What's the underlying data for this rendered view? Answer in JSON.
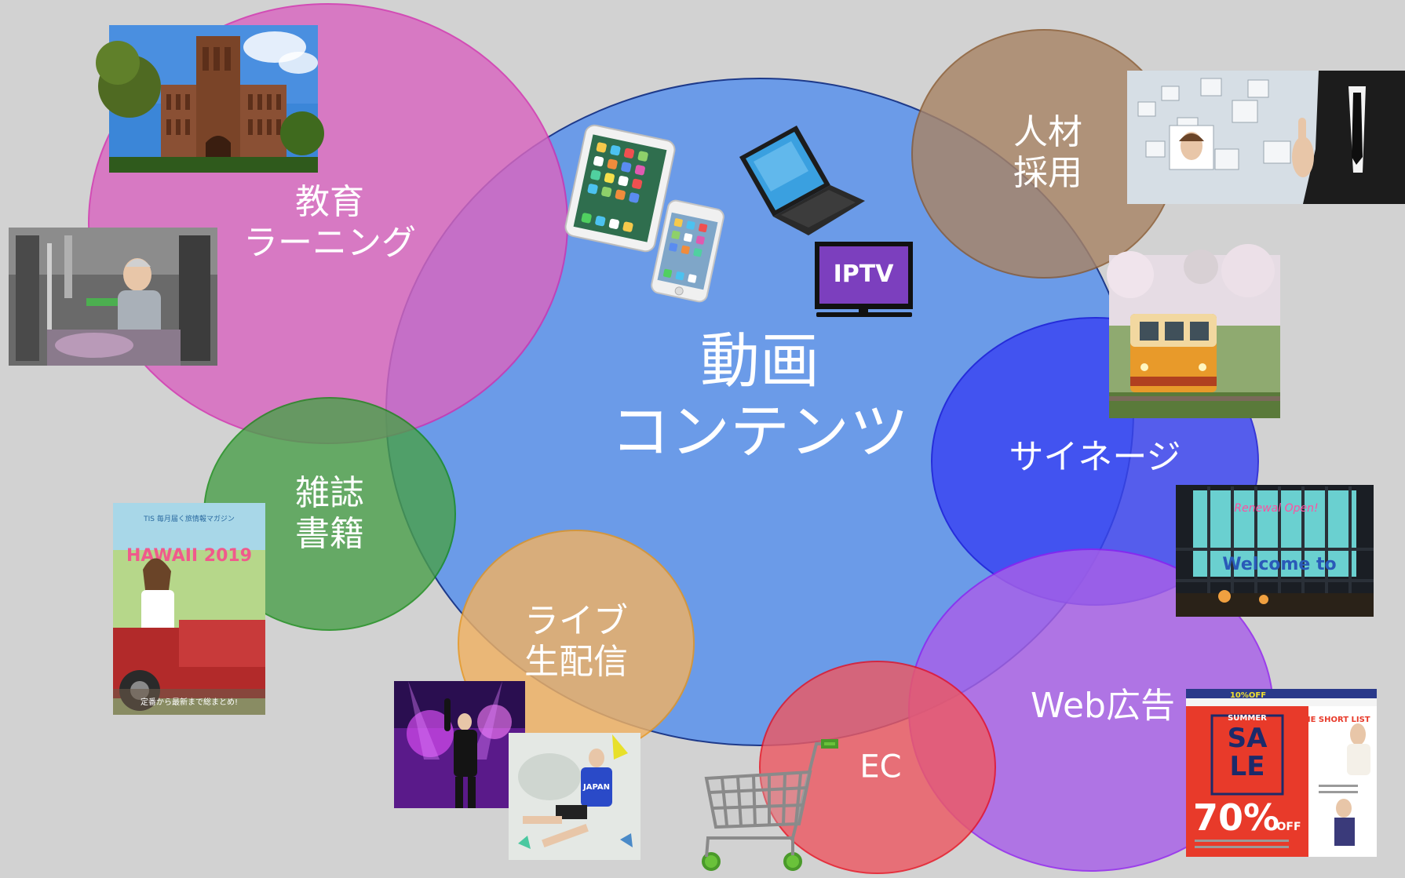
{
  "center": {
    "label": "動画\nコンテンツ"
  },
  "segments": [
    {
      "id": "education",
      "label": "教育\nラーニング",
      "color": "#d966c0",
      "stroke": "#d22faf"
    },
    {
      "id": "recruit",
      "label": "人材\n採用",
      "color": "#a88466",
      "stroke": "#8a5a30"
    },
    {
      "id": "magazine",
      "label": "雑誌\n書籍",
      "color": "#4aa04a",
      "stroke": "#138a13"
    },
    {
      "id": "signage",
      "label": "サイネージ",
      "color": "#3a44f2",
      "stroke": "#1616d8"
    },
    {
      "id": "live",
      "label": "ライブ\n生配信",
      "color": "#f0b264",
      "stroke": "#e8951a"
    },
    {
      "id": "webad",
      "label": "Web広告",
      "color": "#a860e8",
      "stroke": "#9020f0"
    },
    {
      "id": "ec",
      "label": "EC",
      "color": "#ec5a64",
      "stroke": "#e81020"
    }
  ],
  "devices": {
    "iptv_label": "IPTV"
  },
  "photos": {
    "magazine_cover": {
      "top_text": "TIS 毎月届く旅情報マガジン",
      "title": "HAWAII 2019",
      "bottom_text": "定番から最新まで総まとめ!"
    },
    "station": {
      "sign_top": "Renewal Open!",
      "sign_main": "Welcome to"
    },
    "sale_ad": {
      "banner": "10%OFF",
      "sale_line1": "SUMMER",
      "sale_line2": "SA",
      "sale_line3": "LE",
      "discount": "70%",
      "off": "OFF",
      "side_title": "THE SHORT LIST"
    },
    "climber": {
      "bib": "JAPAN"
    }
  }
}
